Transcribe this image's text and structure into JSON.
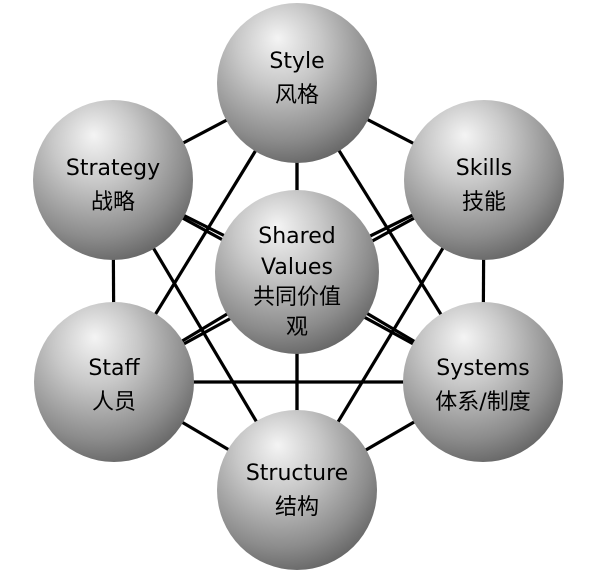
{
  "colors": {
    "line": "#000000",
    "sphere_highlight": "#f4f4f4",
    "sphere_mid": "#b4b4b4",
    "sphere_shadow": "#6a6a6a",
    "sphere_edge": "#5c5c5c",
    "text": "#000000"
  },
  "nodes": [
    {
      "id": "style",
      "label_en": "Style",
      "label_zh": "风格"
    },
    {
      "id": "skills",
      "label_en": "Skills",
      "label_zh": "技能"
    },
    {
      "id": "systems",
      "label_en": "Systems",
      "label_zh": "体系/制度"
    },
    {
      "id": "structure",
      "label_en": "Structure",
      "label_zh": "结构"
    },
    {
      "id": "staff",
      "label_en": "Staff",
      "label_zh": "人员"
    },
    {
      "id": "strategy",
      "label_en": "Strategy",
      "label_zh": "战略"
    },
    {
      "id": "shared_values",
      "label_en_1": "Shared",
      "label_en_2": "Values",
      "label_zh_1": "共同价值",
      "label_zh_2": "观"
    }
  ],
  "edges": [
    [
      "style",
      "skills"
    ],
    [
      "skills",
      "systems"
    ],
    [
      "systems",
      "structure"
    ],
    [
      "structure",
      "staff"
    ],
    [
      "staff",
      "strategy"
    ],
    [
      "strategy",
      "style"
    ],
    [
      "style",
      "systems"
    ],
    [
      "style",
      "staff"
    ],
    [
      "style",
      "structure"
    ],
    [
      "skills",
      "structure"
    ],
    [
      "skills",
      "staff"
    ],
    [
      "strategy",
      "systems"
    ],
    [
      "strategy",
      "structure"
    ],
    [
      "staff",
      "systems"
    ],
    [
      "shared_values",
      "style"
    ],
    [
      "shared_values",
      "skills"
    ],
    [
      "shared_values",
      "systems"
    ],
    [
      "shared_values",
      "structure"
    ],
    [
      "shared_values",
      "staff"
    ],
    [
      "shared_values",
      "strategy"
    ]
  ]
}
